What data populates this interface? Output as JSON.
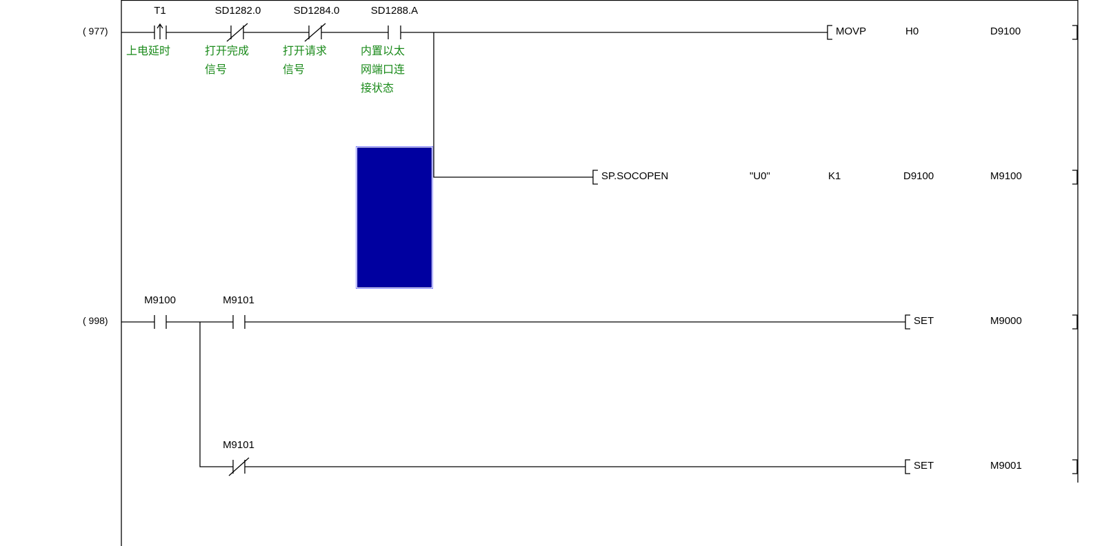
{
  "rungs": [
    {
      "step": "( 977)",
      "contacts": [
        {
          "device": "T1",
          "type": "rising-edge",
          "comment": "上电延时"
        },
        {
          "device": "SD1282.0",
          "type": "normally-closed",
          "comment": "打开完成\n信号"
        },
        {
          "device": "SD1284.0",
          "type": "normally-closed",
          "comment": "打开请求\n信号"
        },
        {
          "device": "SD1288.A",
          "type": "normally-open",
          "comment": "内置以太\n网端口连\n接状态"
        }
      ],
      "instructions": [
        {
          "op": "MOVP",
          "args": [
            "H0",
            "D9100"
          ]
        },
        {
          "op": "SP.SOCOPEN",
          "args": [
            "\"U0\"",
            "K1",
            "D9100",
            "M9100"
          ]
        }
      ]
    },
    {
      "step": "( 998)",
      "contacts": [
        {
          "device": "M9100",
          "type": "normally-open"
        },
        {
          "device": "M9101",
          "type": "normally-open"
        },
        {
          "device": "M9101",
          "type": "normally-closed"
        }
      ],
      "instructions": [
        {
          "op": "SET",
          "args": [
            "M9000"
          ]
        },
        {
          "op": "SET",
          "args": [
            "M9001"
          ]
        }
      ]
    }
  ],
  "colors": {
    "selection": "#0000a0",
    "comment": "#1a8a1a"
  }
}
